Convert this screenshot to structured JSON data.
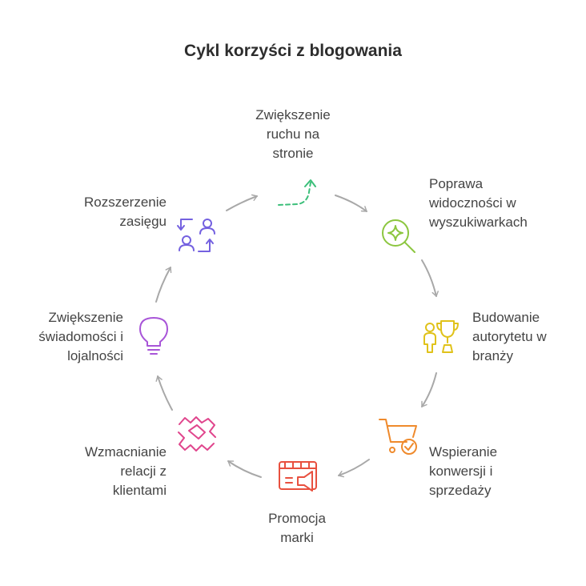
{
  "title": "Cykl korzyści z blogowania",
  "steps": [
    {
      "lines": [
        "Zwiększenie",
        "ruchu na",
        "stronie"
      ],
      "icon": "trending-up-arrow-icon",
      "color": "#3cbf7a"
    },
    {
      "lines": [
        "Poprawa",
        "widoczności w",
        "wyszukiwarkach"
      ],
      "icon": "search-sparkle-icon",
      "color": "#8cc63f"
    },
    {
      "lines": [
        "Budowanie",
        "autorytetu w",
        "branży"
      ],
      "icon": "trophy-person-icon",
      "color": "#e0c21a"
    },
    {
      "lines": [
        "Wspieranie",
        "konwersji i",
        "sprzedaży"
      ],
      "icon": "shopping-cart-check-icon",
      "color": "#ef8a2c"
    },
    {
      "lines": [
        "Promocja",
        "marki"
      ],
      "icon": "megaphone-board-icon",
      "color": "#e8503f"
    },
    {
      "lines": [
        "Wzmacnianie",
        "relacji z",
        "klientami"
      ],
      "icon": "handshake-icon",
      "color": "#e0468d"
    },
    {
      "lines": [
        "Zwiększenie",
        "świadomości i",
        "lojalności"
      ],
      "icon": "lightbulb-icon",
      "color": "#a855d8"
    },
    {
      "lines": [
        "Rozszerzenie",
        "zasięgu"
      ],
      "icon": "user-exchange-icon",
      "color": "#7461e0"
    }
  ],
  "arrow_color": "#a8a8a8"
}
